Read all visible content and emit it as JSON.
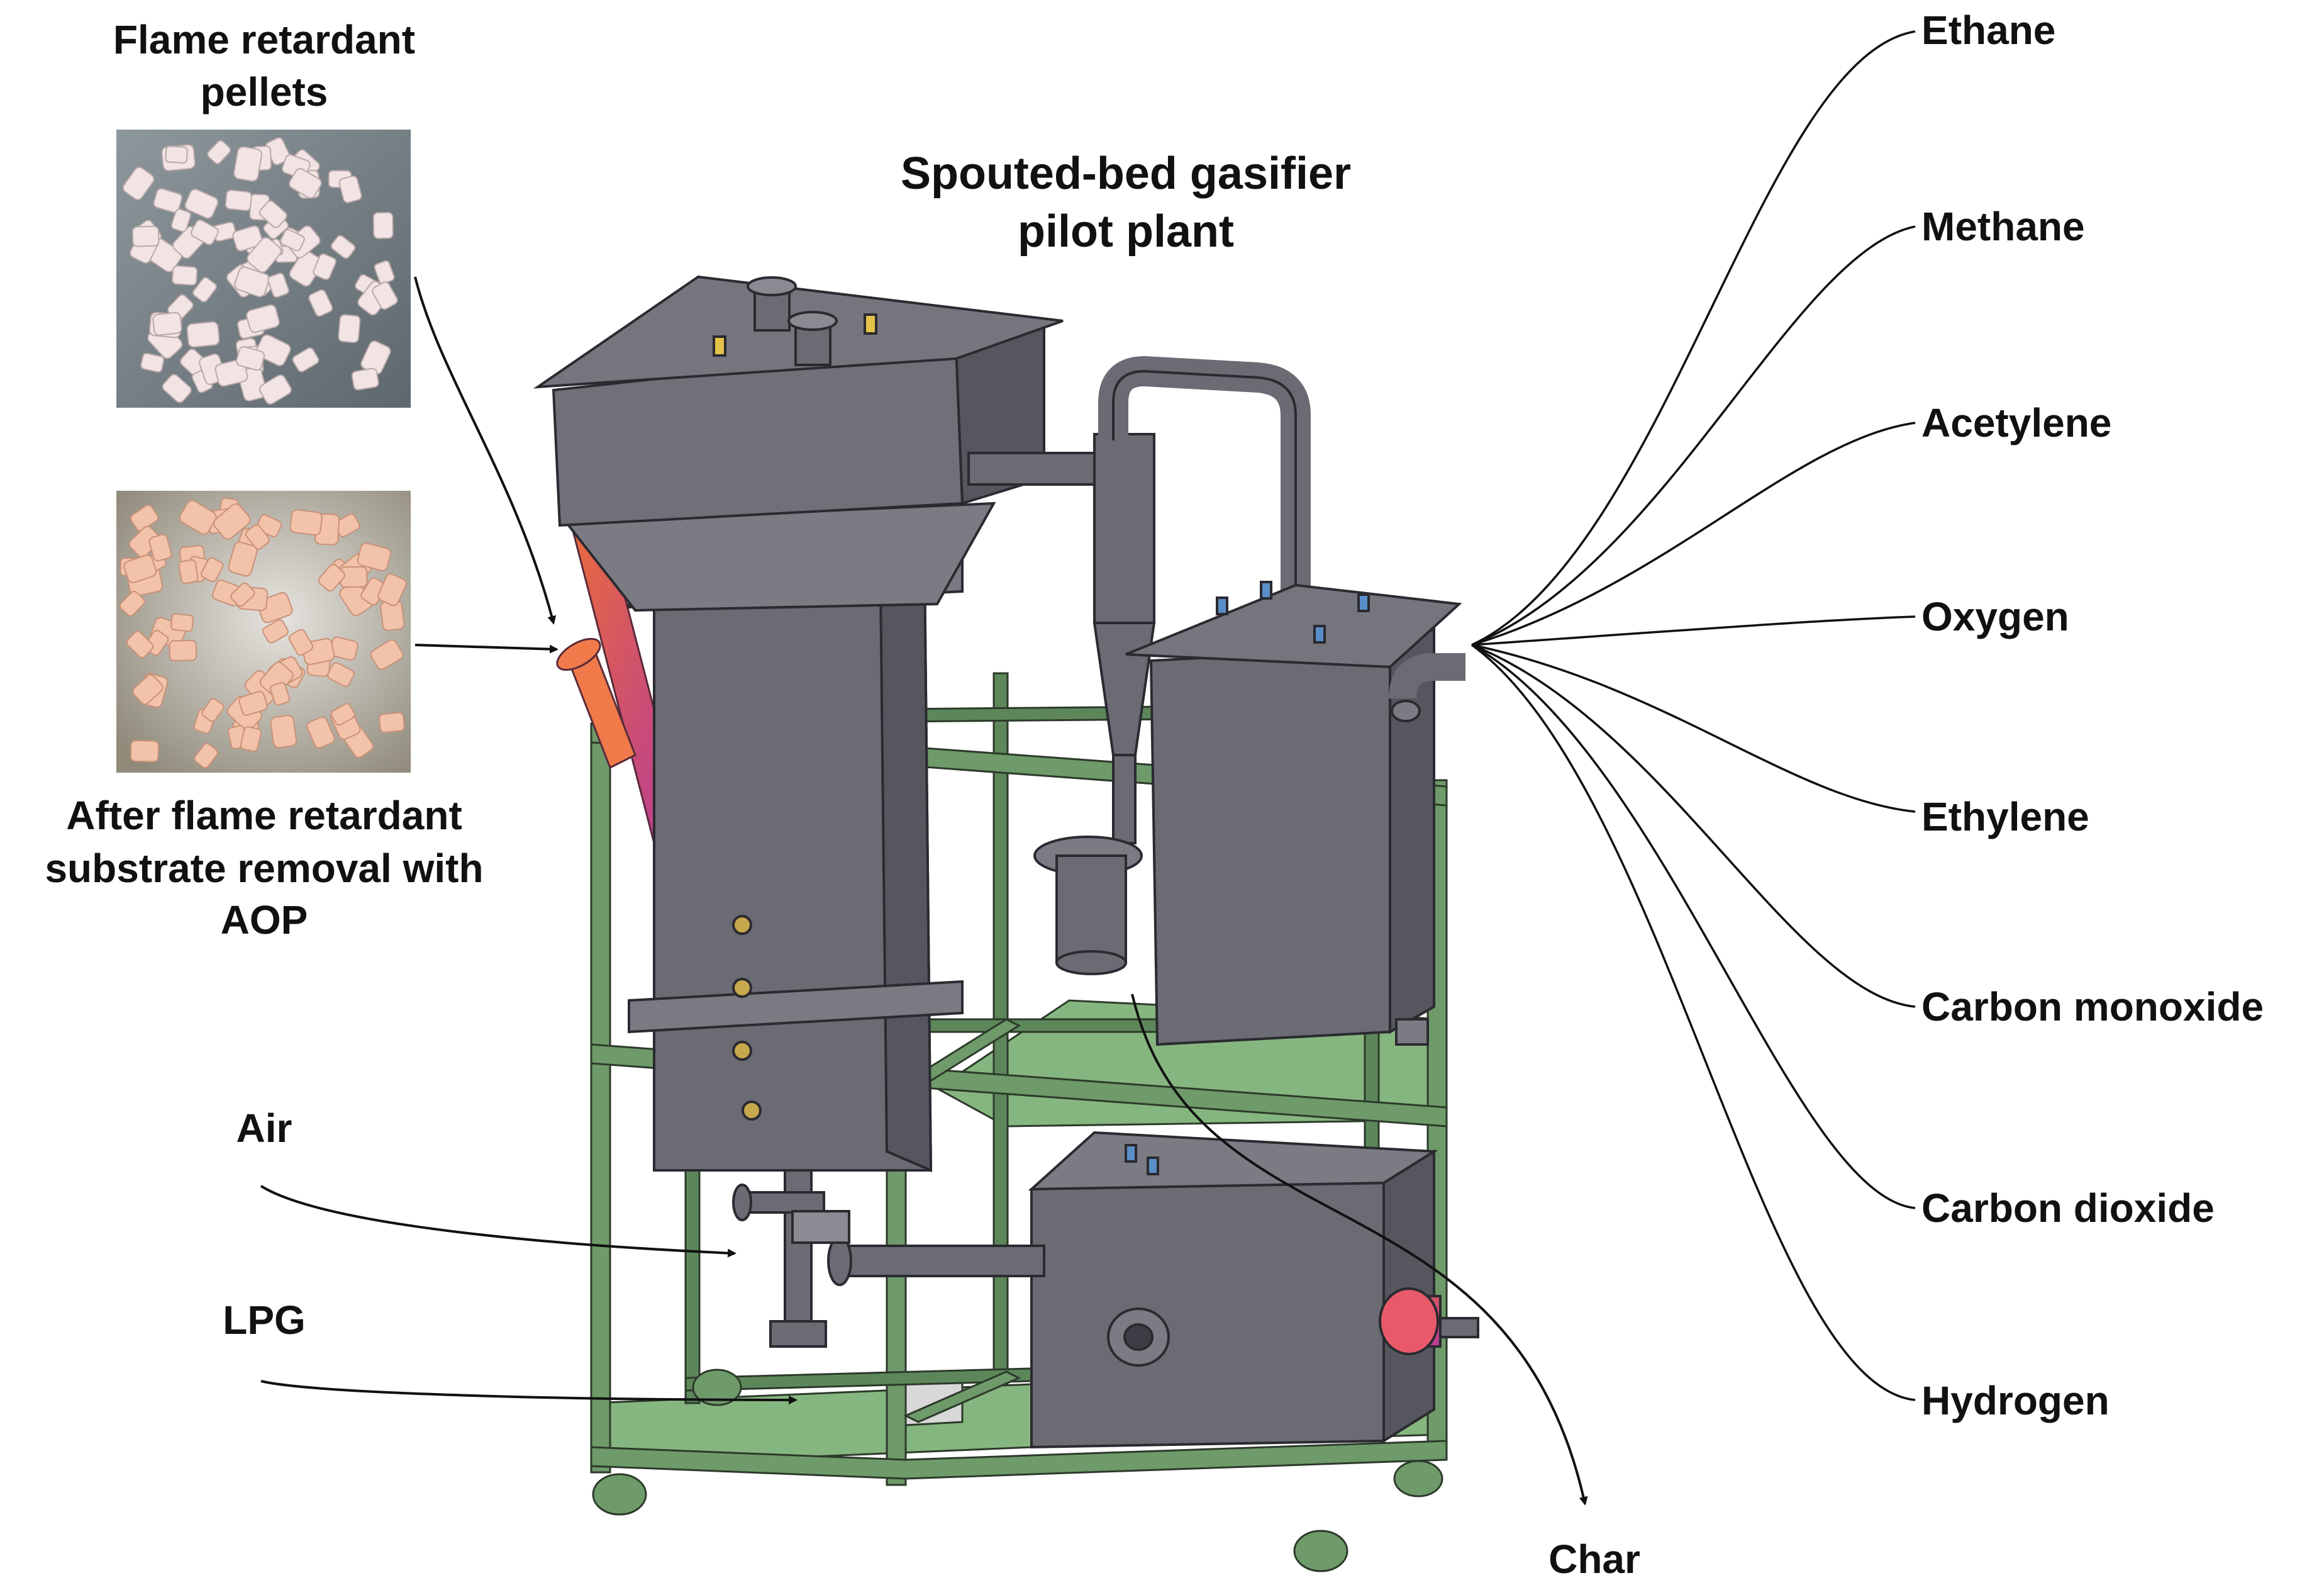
{
  "title": "Spouted-bed gasifier pilot plant",
  "title_line1": "Spouted-bed gasifier",
  "title_line2": "pilot plant",
  "inputs": {
    "pellets_line1": "Flame retardant",
    "pellets_line2": "pellets",
    "treated_line1": "After flame retardant",
    "treated_line2": "substrate removal with",
    "treated_line3": "AOP",
    "air": "Air",
    "lpg": "LPG"
  },
  "outputs": {
    "gases": [
      "Ethane",
      "Methane",
      "Acetylene",
      "Oxygen",
      "Ethylene",
      "Carbon monoxide",
      "Carbon dioxide",
      "Hydrogen"
    ],
    "solid": "Char"
  },
  "colors": {
    "frame": "#6f9a6a",
    "vessel": "#6a6b73",
    "vessel_dark": "#4e4f57",
    "vessel_light": "#85868e",
    "platform": "#7fb07c",
    "hot_pipe": "#e8664a",
    "hot_pipe_alt": "#c7438a",
    "pellet_white": "#f2e4e4",
    "pellet_peach": "#f2c2aa"
  }
}
